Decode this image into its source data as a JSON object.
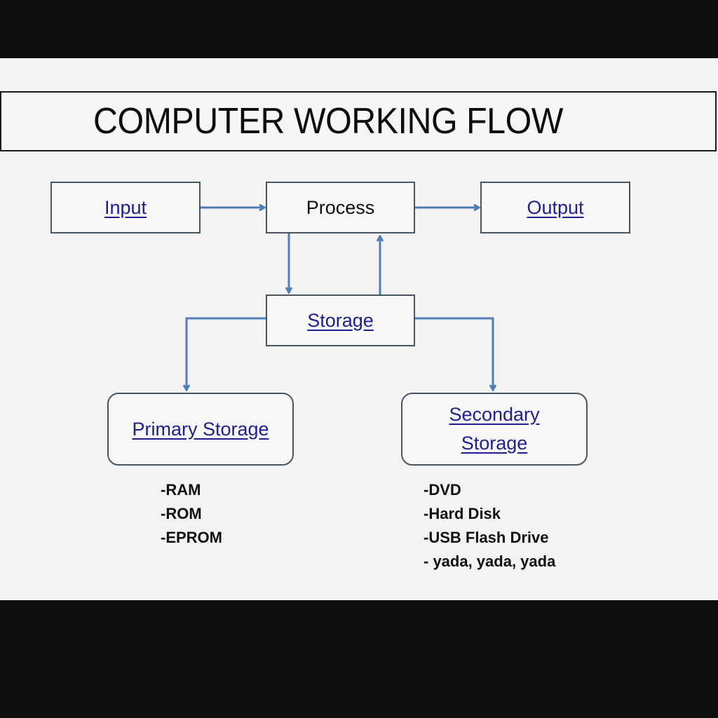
{
  "title": "COMPUTER WORKING FLOW",
  "colors": {
    "link_text": "#1f1f8f",
    "arrow": "#4f7db5",
    "box_border": "#4a5562",
    "background": "#f4f3f3",
    "frame": "#0e0e0e"
  },
  "nodes": {
    "input": {
      "label": "Input",
      "style": "link"
    },
    "process": {
      "label": "Process",
      "style": "plain"
    },
    "output": {
      "label": "Output",
      "style": "link"
    },
    "storage": {
      "label": "Storage",
      "style": "link"
    },
    "primary_storage": {
      "label": "Primary Storage",
      "style": "link"
    },
    "secondary_storage": {
      "label_line1": "Secondary",
      "label_line2": "Storage",
      "style": "link"
    }
  },
  "edges": [
    {
      "from": "input",
      "to": "process"
    },
    {
      "from": "process",
      "to": "output"
    },
    {
      "from": "process",
      "to": "storage"
    },
    {
      "from": "storage",
      "to": "process"
    },
    {
      "from": "storage",
      "to": "primary_storage"
    },
    {
      "from": "storage",
      "to": "secondary_storage"
    }
  ],
  "primary_list": [
    "-RAM",
    "-ROM",
    "-EPROM"
  ],
  "secondary_list": [
    "-DVD",
    "-Hard Disk",
    "-USB Flash Drive",
    "- yada, yada, yada"
  ]
}
